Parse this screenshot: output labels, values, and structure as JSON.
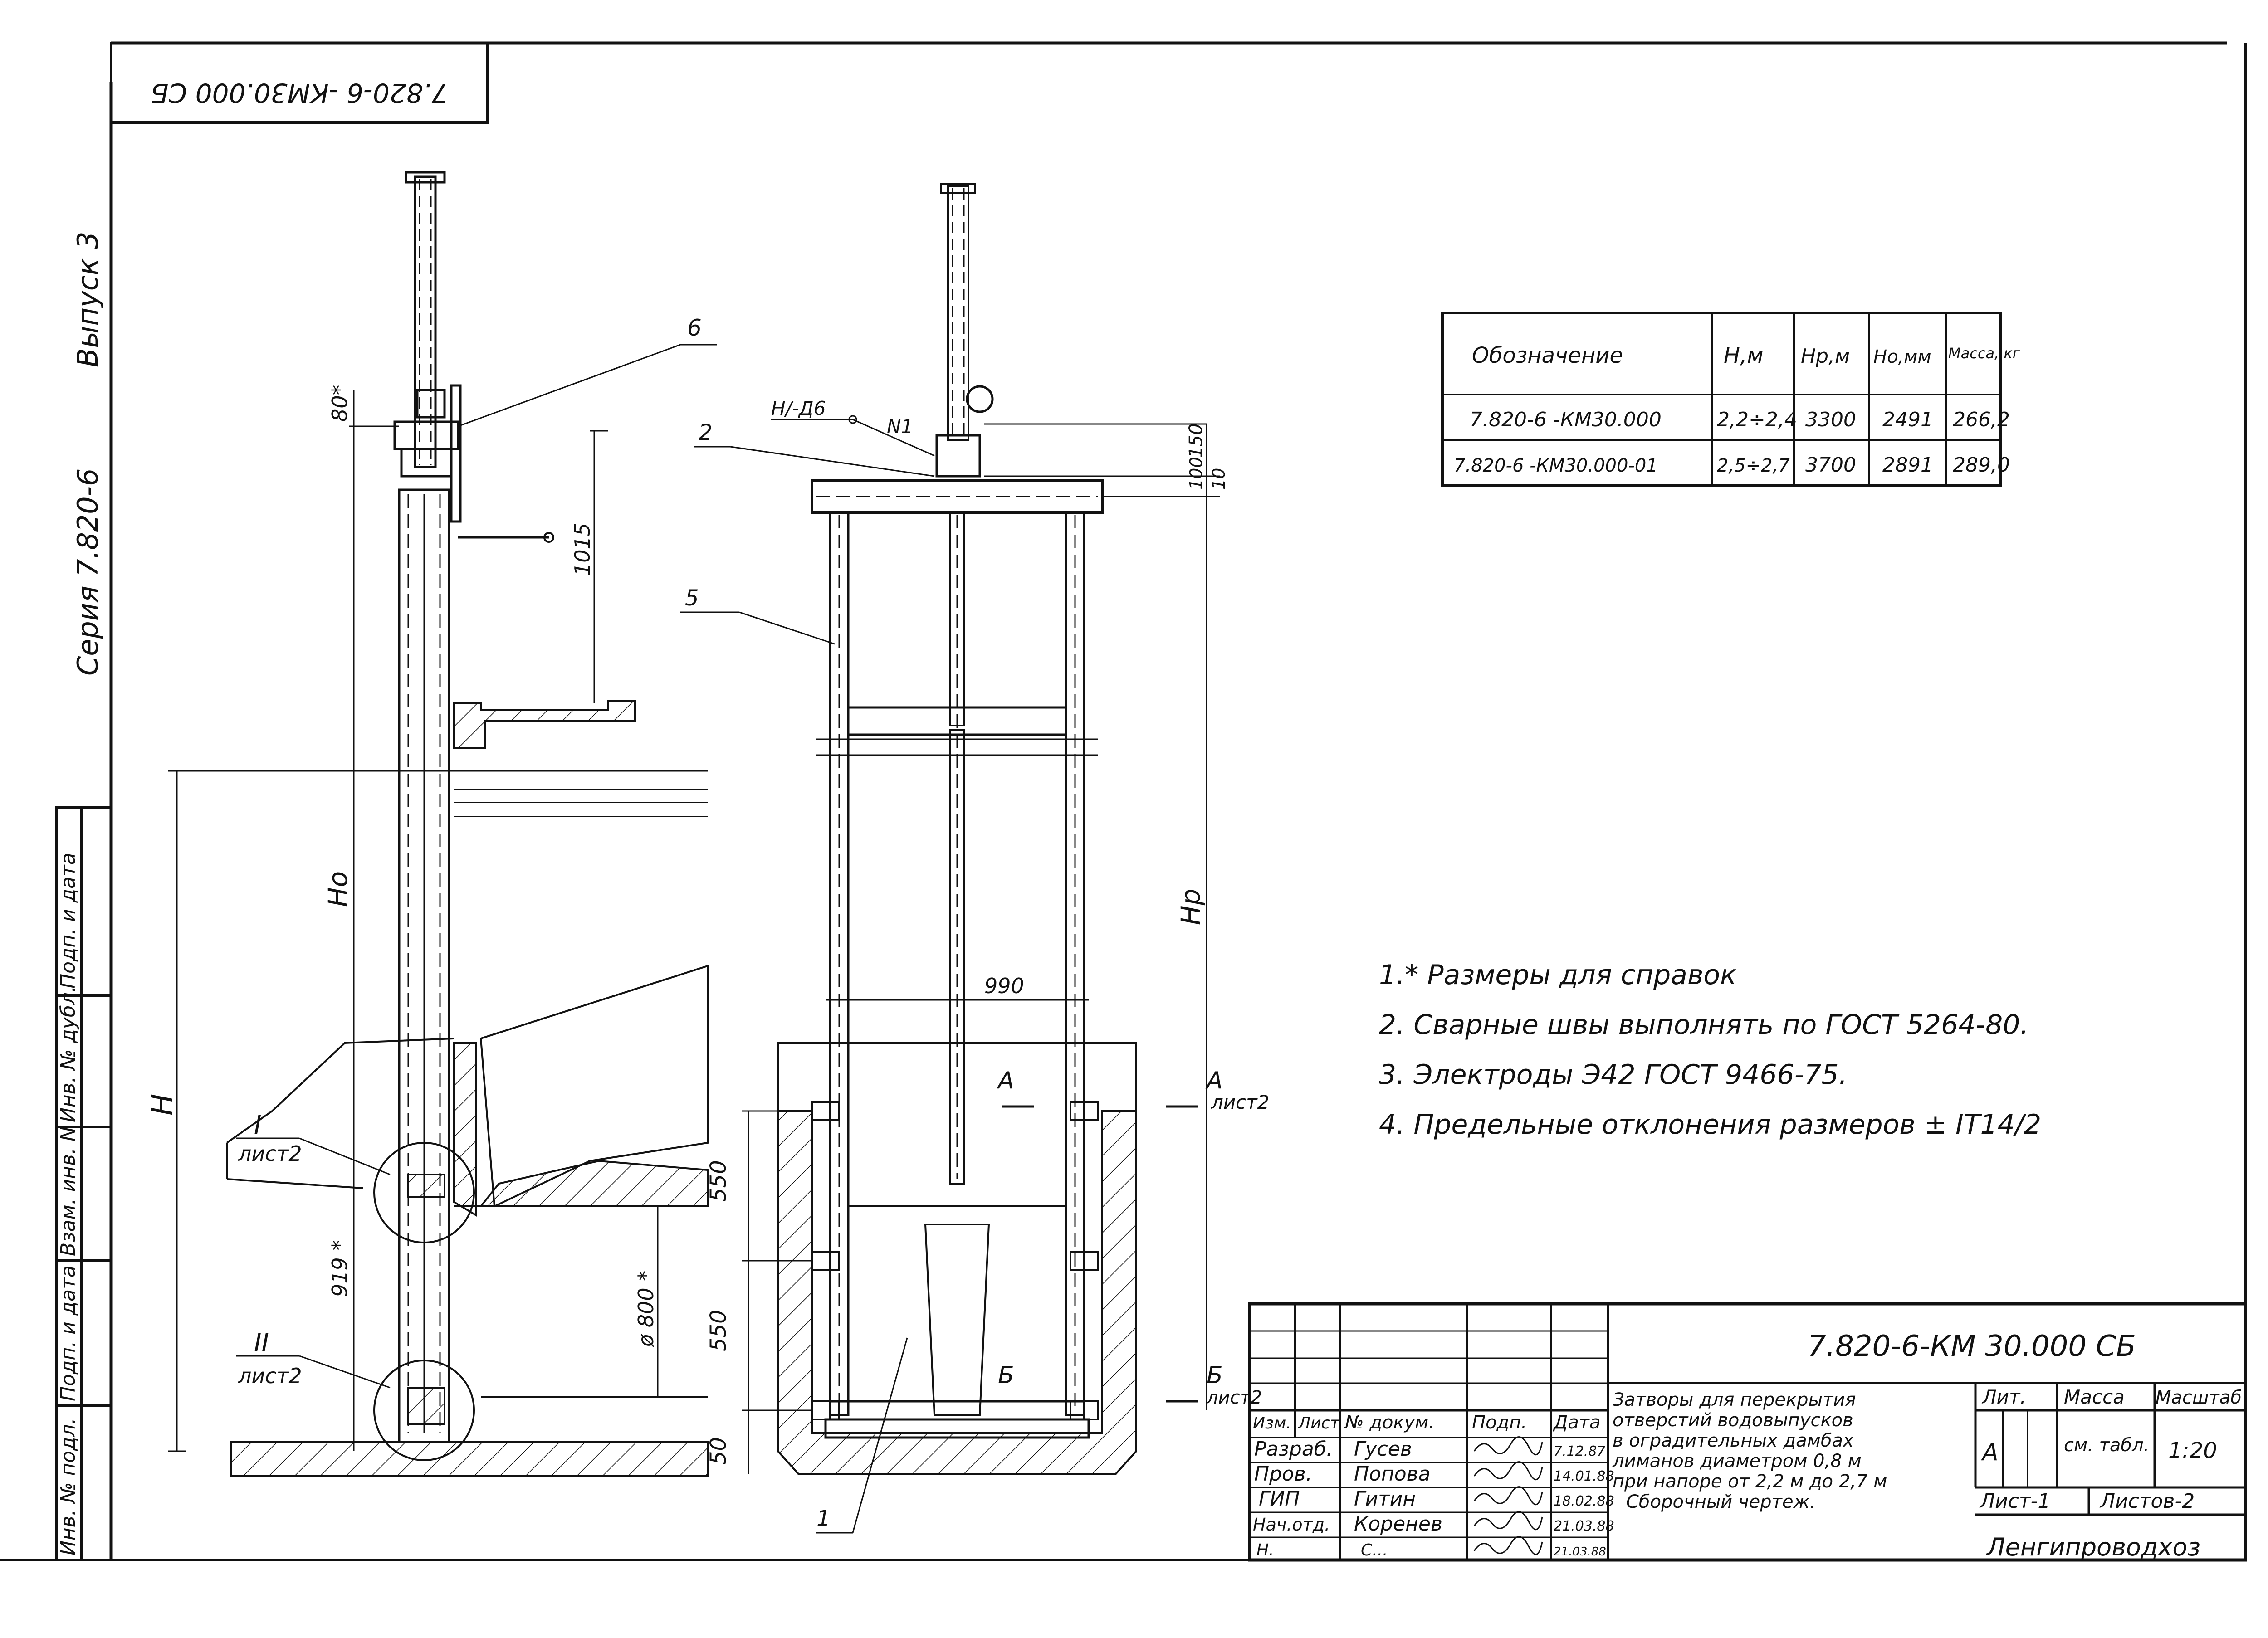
{
  "stamp_top": "7.820-6 -КМ30.000 СБ",
  "side": {
    "issue": "Выпуск 3",
    "series": "Серия 7.820-6"
  },
  "left_margin_stamps": [
    "Подп. и дата",
    "Инв. № дубл.",
    "Взам. инв. N",
    "Подп. и дата",
    "Инв. № подл."
  ],
  "callouts": {
    "c1": "1",
    "c2": "2",
    "c5": "5",
    "c6": "6",
    "hn": "Н/-Д6",
    "n1": "N1"
  },
  "dims": {
    "d80": "80*",
    "d1015": "1015",
    "d919": "919 *",
    "d800": "ø 800 *",
    "d990": "990",
    "d550a": "550",
    "d550b": "550",
    "d50": "50",
    "d150": "150",
    "d100": "100",
    "d10": "10"
  },
  "letters": {
    "H": "H",
    "Ho": "Ho",
    "Hp": "Hр",
    "v1": "I",
    "v1s": "лист2",
    "v2": "II",
    "v2s": "лист2",
    "A1": "А",
    "A2": "А",
    "A2s": "лист2",
    "B1": "Б",
    "B2": "Б",
    "B2s": "лист2"
  },
  "table": {
    "headers": [
      "Обозначение",
      "H,м",
      "Нр,м",
      "Но,мм",
      "Масса, кг"
    ],
    "rows": [
      [
        "7.820-6 -КМ30.000",
        "2,2÷2,4",
        "3300",
        "2491",
        "266,2"
      ],
      [
        "7.820-6 -КМ30.000-01",
        "2,5÷2,7",
        "3700",
        "2891",
        "289,0"
      ]
    ]
  },
  "notes": [
    "1.* Размеры для справок",
    "2. Сварные швы выполнять по ГОСТ 5264-80.",
    "3. Электроды Э42 ГОСТ 9466-75.",
    "4. Предельные отклонения размеров ± IT14/2"
  ],
  "title_block": {
    "code": "7.820-6-КМ 30.000 СБ",
    "description": [
      "Затворы для перекрытия",
      "отверстий водовыпусков",
      "в оградительных дамбах",
      "лиманов диаметром 0,8 м",
      "при напоре от 2,2 м до 2,7 м",
      "Сборочный чертеж."
    ],
    "col_headers": [
      "Изм.",
      "Лист",
      "№ докум.",
      "Подп.",
      "Дата"
    ],
    "people": [
      {
        "role": "Разраб.",
        "name": "Гусев",
        "date": "7.12.87"
      },
      {
        "role": "Пров.",
        "name": "Попова",
        "date": "14.01.88"
      },
      {
        "role": "ГИП",
        "name": "Гитин",
        "date": "18.02.88"
      },
      {
        "role": "Нач.отд.",
        "name": "Коренев",
        "date": "21.03.88"
      },
      {
        "role": "Н.",
        "name": "С...",
        "date": "21.03.88"
      }
    ],
    "lit": "Лит.",
    "mass": "Масса",
    "scale": "Масштаб",
    "lit_val": "А",
    "mass_val": "см. табл.",
    "scale_val": "1:20",
    "sheet": "Лист-1",
    "sheets": "Листов-2",
    "org": "Ленгипроводхоз"
  }
}
